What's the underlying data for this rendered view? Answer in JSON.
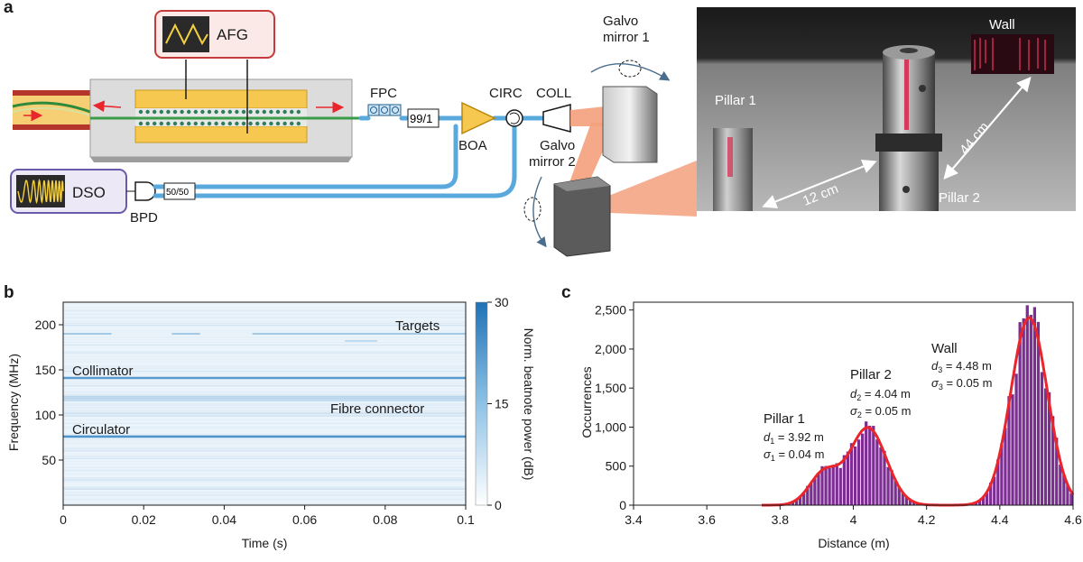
{
  "panel_a": {
    "letter": "a",
    "afg": "AFG",
    "dso": "DSO",
    "bpd": "BPD",
    "fpc": "FPC",
    "split_99": "99/1",
    "split_50": "50/50",
    "boa": "BOA",
    "circ": "CIRC",
    "coll": "COLL",
    "galvo1_line1": "Galvo",
    "galvo1_line2": "mirror 1",
    "galvo2_line1": "Galvo",
    "galvo2_line2": "mirror 2",
    "photo": {
      "wall": "Wall",
      "pillar1": "Pillar 1",
      "pillar2": "Pillar 2",
      "dist_12": "12 cm",
      "dist_44": "44 cm"
    }
  },
  "panel_b": {
    "letter": "b",
    "ylabel": "Frequency (MHz)",
    "xlabel": "Time (s)",
    "colorbar_label": "Norm. beatnote power (dB)",
    "annotations": {
      "targets": "Targets",
      "collimator": "Collimator",
      "fibre_connector": "Fibre connector",
      "circulator": "Circulator"
    }
  },
  "panel_c": {
    "letter": "c",
    "ylabel": "Occurrences",
    "xlabel": "Distance (m)",
    "peaks": [
      {
        "name": "Pillar 1",
        "d_sym": "d",
        "d_sub": "1",
        "d_val": " = 3.92 m",
        "s_sym": "σ",
        "s_sub": "1",
        "s_val": " = 0.04 m"
      },
      {
        "name": "Pillar 2",
        "d_sym": "d",
        "d_sub": "2",
        "d_val": " = 4.04 m",
        "s_sym": "σ",
        "s_sub": "2",
        "s_val": " = 0.05 m"
      },
      {
        "name": "Wall",
        "d_sym": "d",
        "d_sub": "3",
        "d_val": " = 4.48 m",
        "s_sym": "σ",
        "s_sub": "3",
        "s_val": " = 0.05 m"
      }
    ]
  },
  "colors": {
    "bar": "#7b2d91",
    "fit": "#e8262b",
    "heatmap_line": "#2a7fc0",
    "fibre": "#5aa9dd",
    "beam": "#f4a07c"
  },
  "chart_data": [
    {
      "type": "heatmap",
      "title": "",
      "xlabel": "Time (s)",
      "ylabel": "Frequency (MHz)",
      "xlim": [
        0,
        0.1
      ],
      "ylim": [
        0,
        225
      ],
      "x_ticks": [
        "0",
        "0.02",
        "0.04",
        "0.06",
        "0.08",
        "0.1"
      ],
      "y_ticks": [
        "50",
        "100",
        "150",
        "200"
      ],
      "colorbar": {
        "label": "Norm. beatnote power (dB)",
        "range": [
          0,
          30
        ],
        "ticks": [
          "0",
          "15",
          "30"
        ]
      },
      "lines": [
        {
          "name": "Targets",
          "freq": 190,
          "strength": 0.35
        },
        {
          "name": "Collimator",
          "freq": 141,
          "strength": 0.75
        },
        {
          "name": "Fibre connector",
          "freq": 118,
          "strength": 0.2
        },
        {
          "name": "Circulator",
          "freq": 76,
          "strength": 0.8
        }
      ]
    },
    {
      "type": "bar",
      "title": "",
      "xlabel": "Distance (m)",
      "ylabel": "Occurrences",
      "xlim": [
        3.4,
        4.6
      ],
      "ylim": [
        0,
        2600
      ],
      "x_ticks": [
        "3.4",
        "3.6",
        "3.8",
        "4",
        "4.2",
        "4.4",
        "4.6"
      ],
      "y_ticks": [
        "0",
        "500",
        "1,000",
        "1,500",
        "2,000",
        "2,500"
      ],
      "bin_width": 0.01,
      "gaussians": [
        {
          "mu": 3.92,
          "sigma": 0.04,
          "amp": 410
        },
        {
          "mu": 4.04,
          "sigma": 0.05,
          "amp": 990
        },
        {
          "mu": 4.48,
          "sigma": 0.05,
          "amp": 2400
        }
      ]
    }
  ]
}
